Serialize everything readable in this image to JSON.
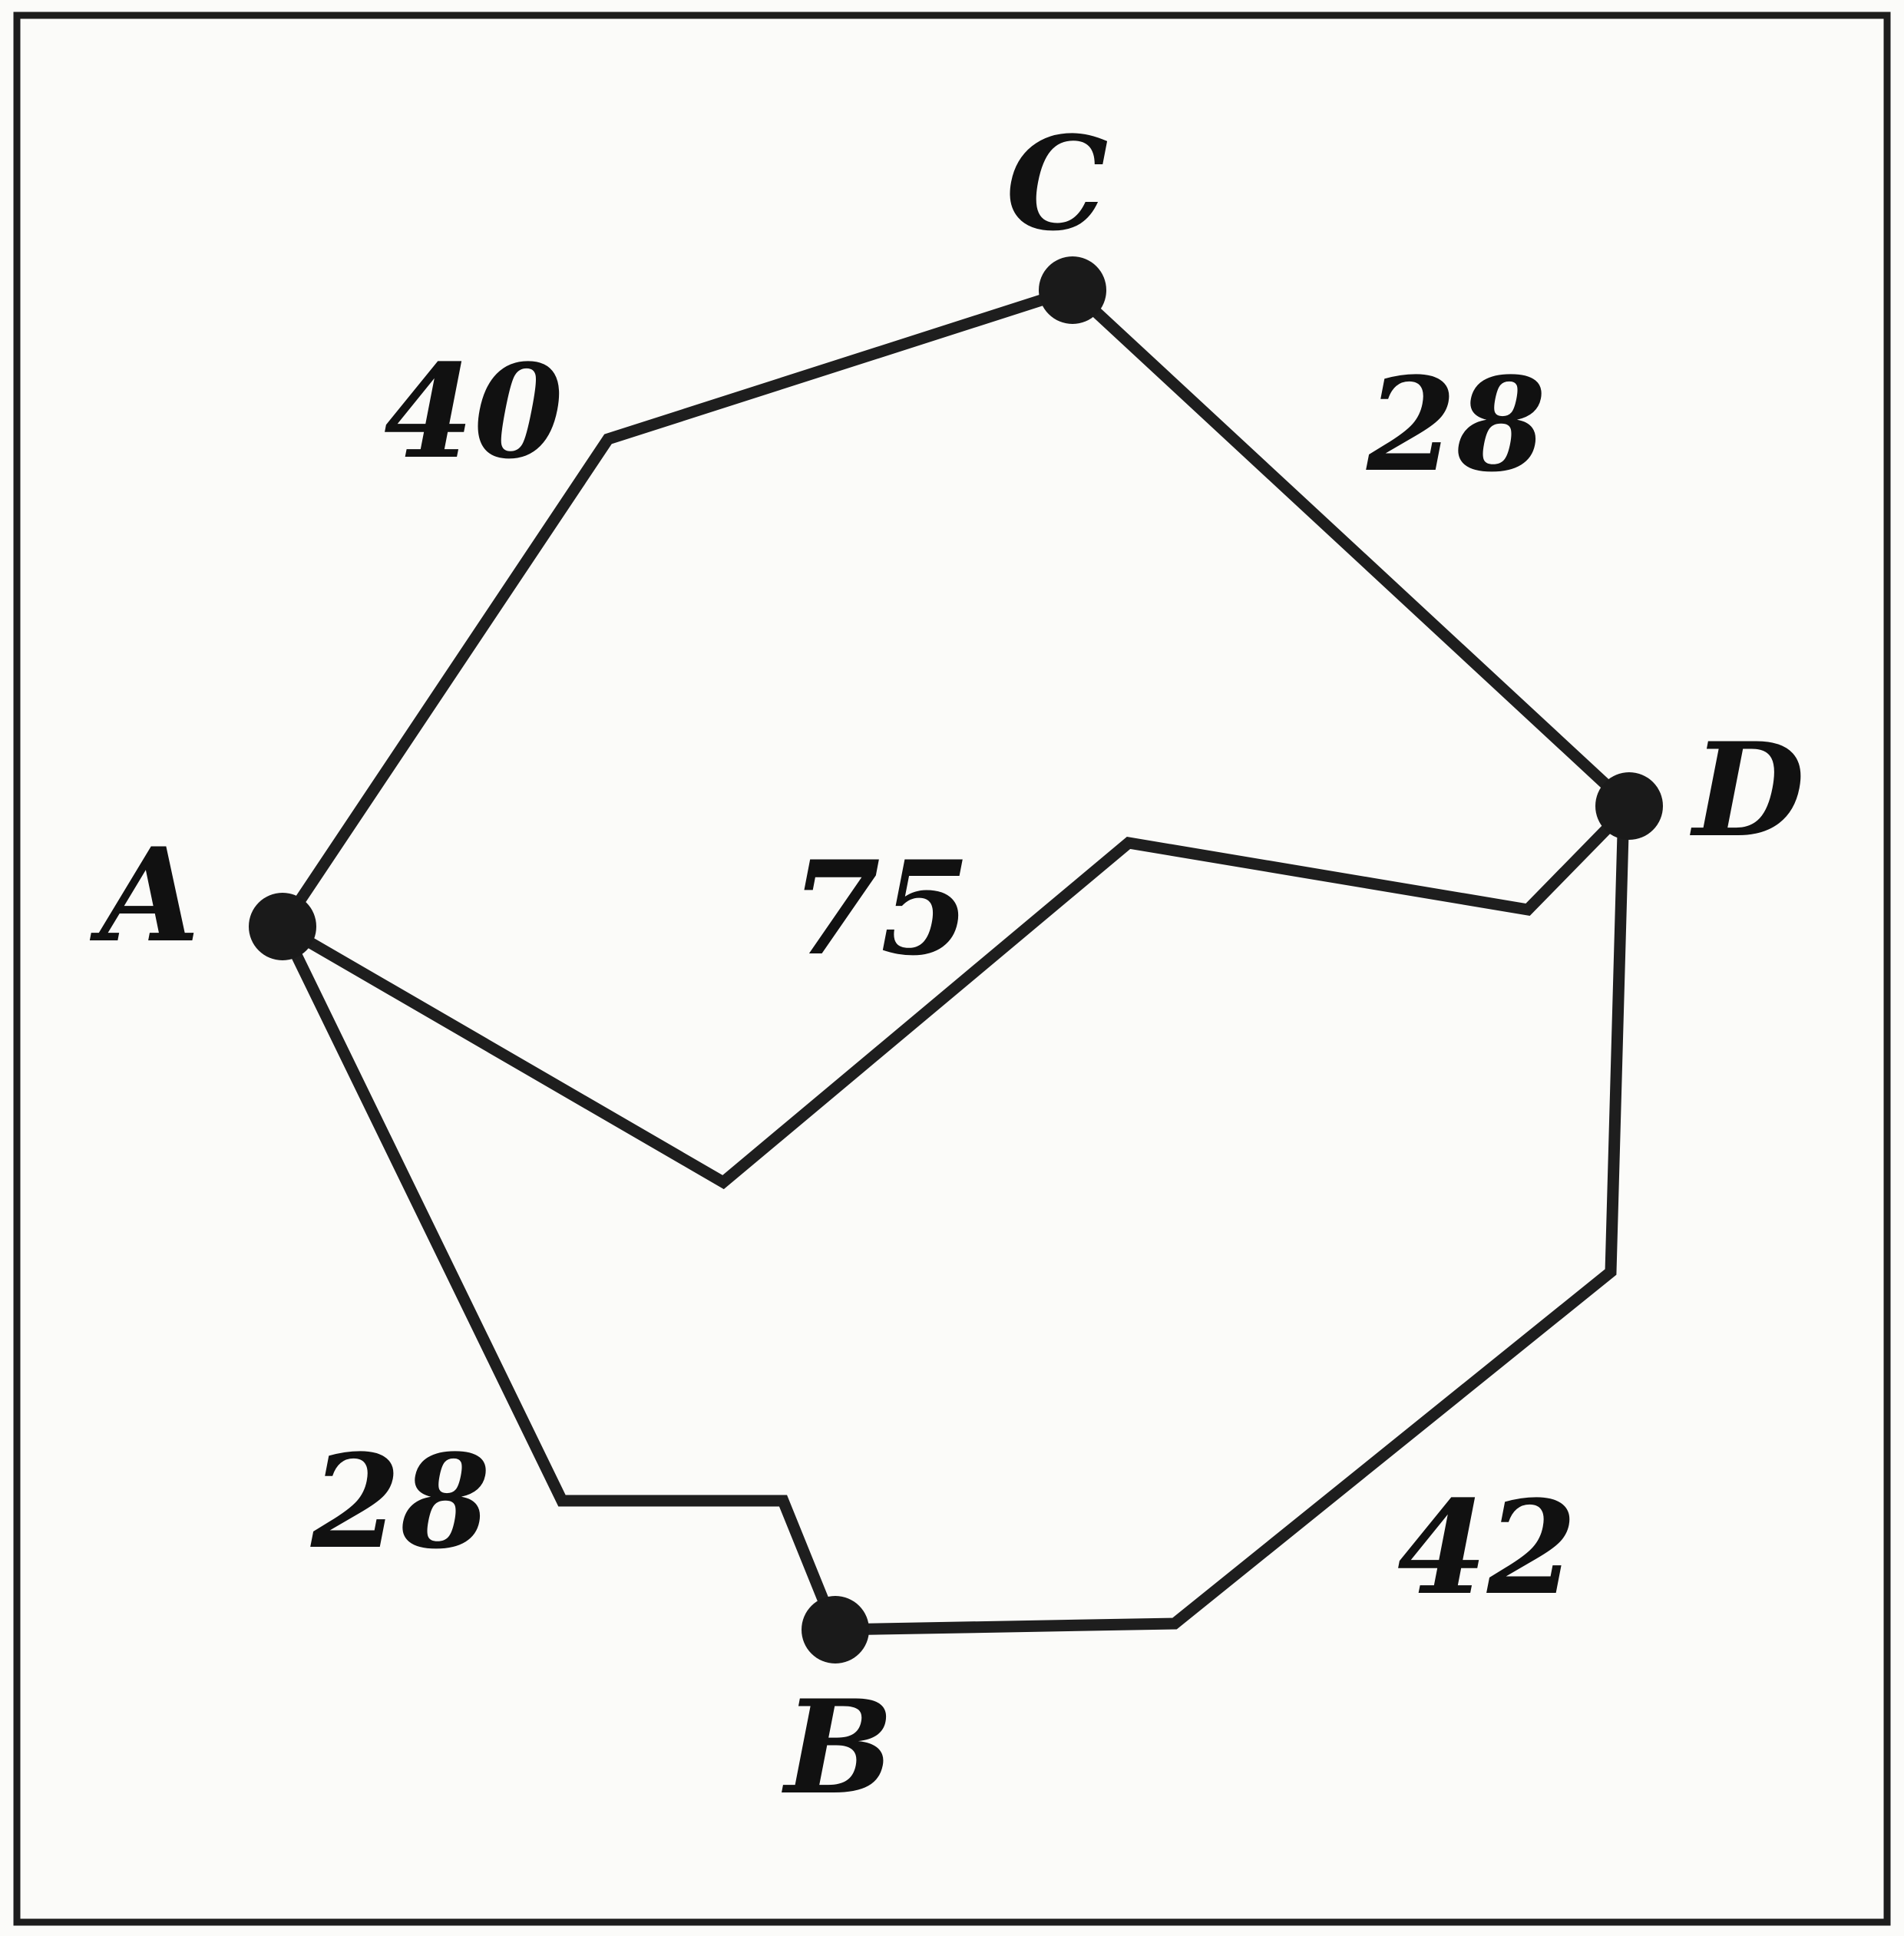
{
  "graph": {
    "nodes": {
      "A": "A",
      "B": "B",
      "C": "C",
      "D": "D"
    },
    "edges": {
      "a_c": {
        "from": "A",
        "to": "C",
        "weight": "40"
      },
      "c_d": {
        "from": "C",
        "to": "D",
        "weight": "28"
      },
      "a_d": {
        "from": "A",
        "to": "D",
        "weight": "75"
      },
      "a_b": {
        "from": "A",
        "to": "B",
        "weight": "28"
      },
      "b_d": {
        "from": "B",
        "to": "D",
        "weight": "42"
      }
    }
  },
  "colors": {
    "line": "#1e1e1e",
    "node": "#1a1a1a",
    "background": "#fbfbf9"
  }
}
